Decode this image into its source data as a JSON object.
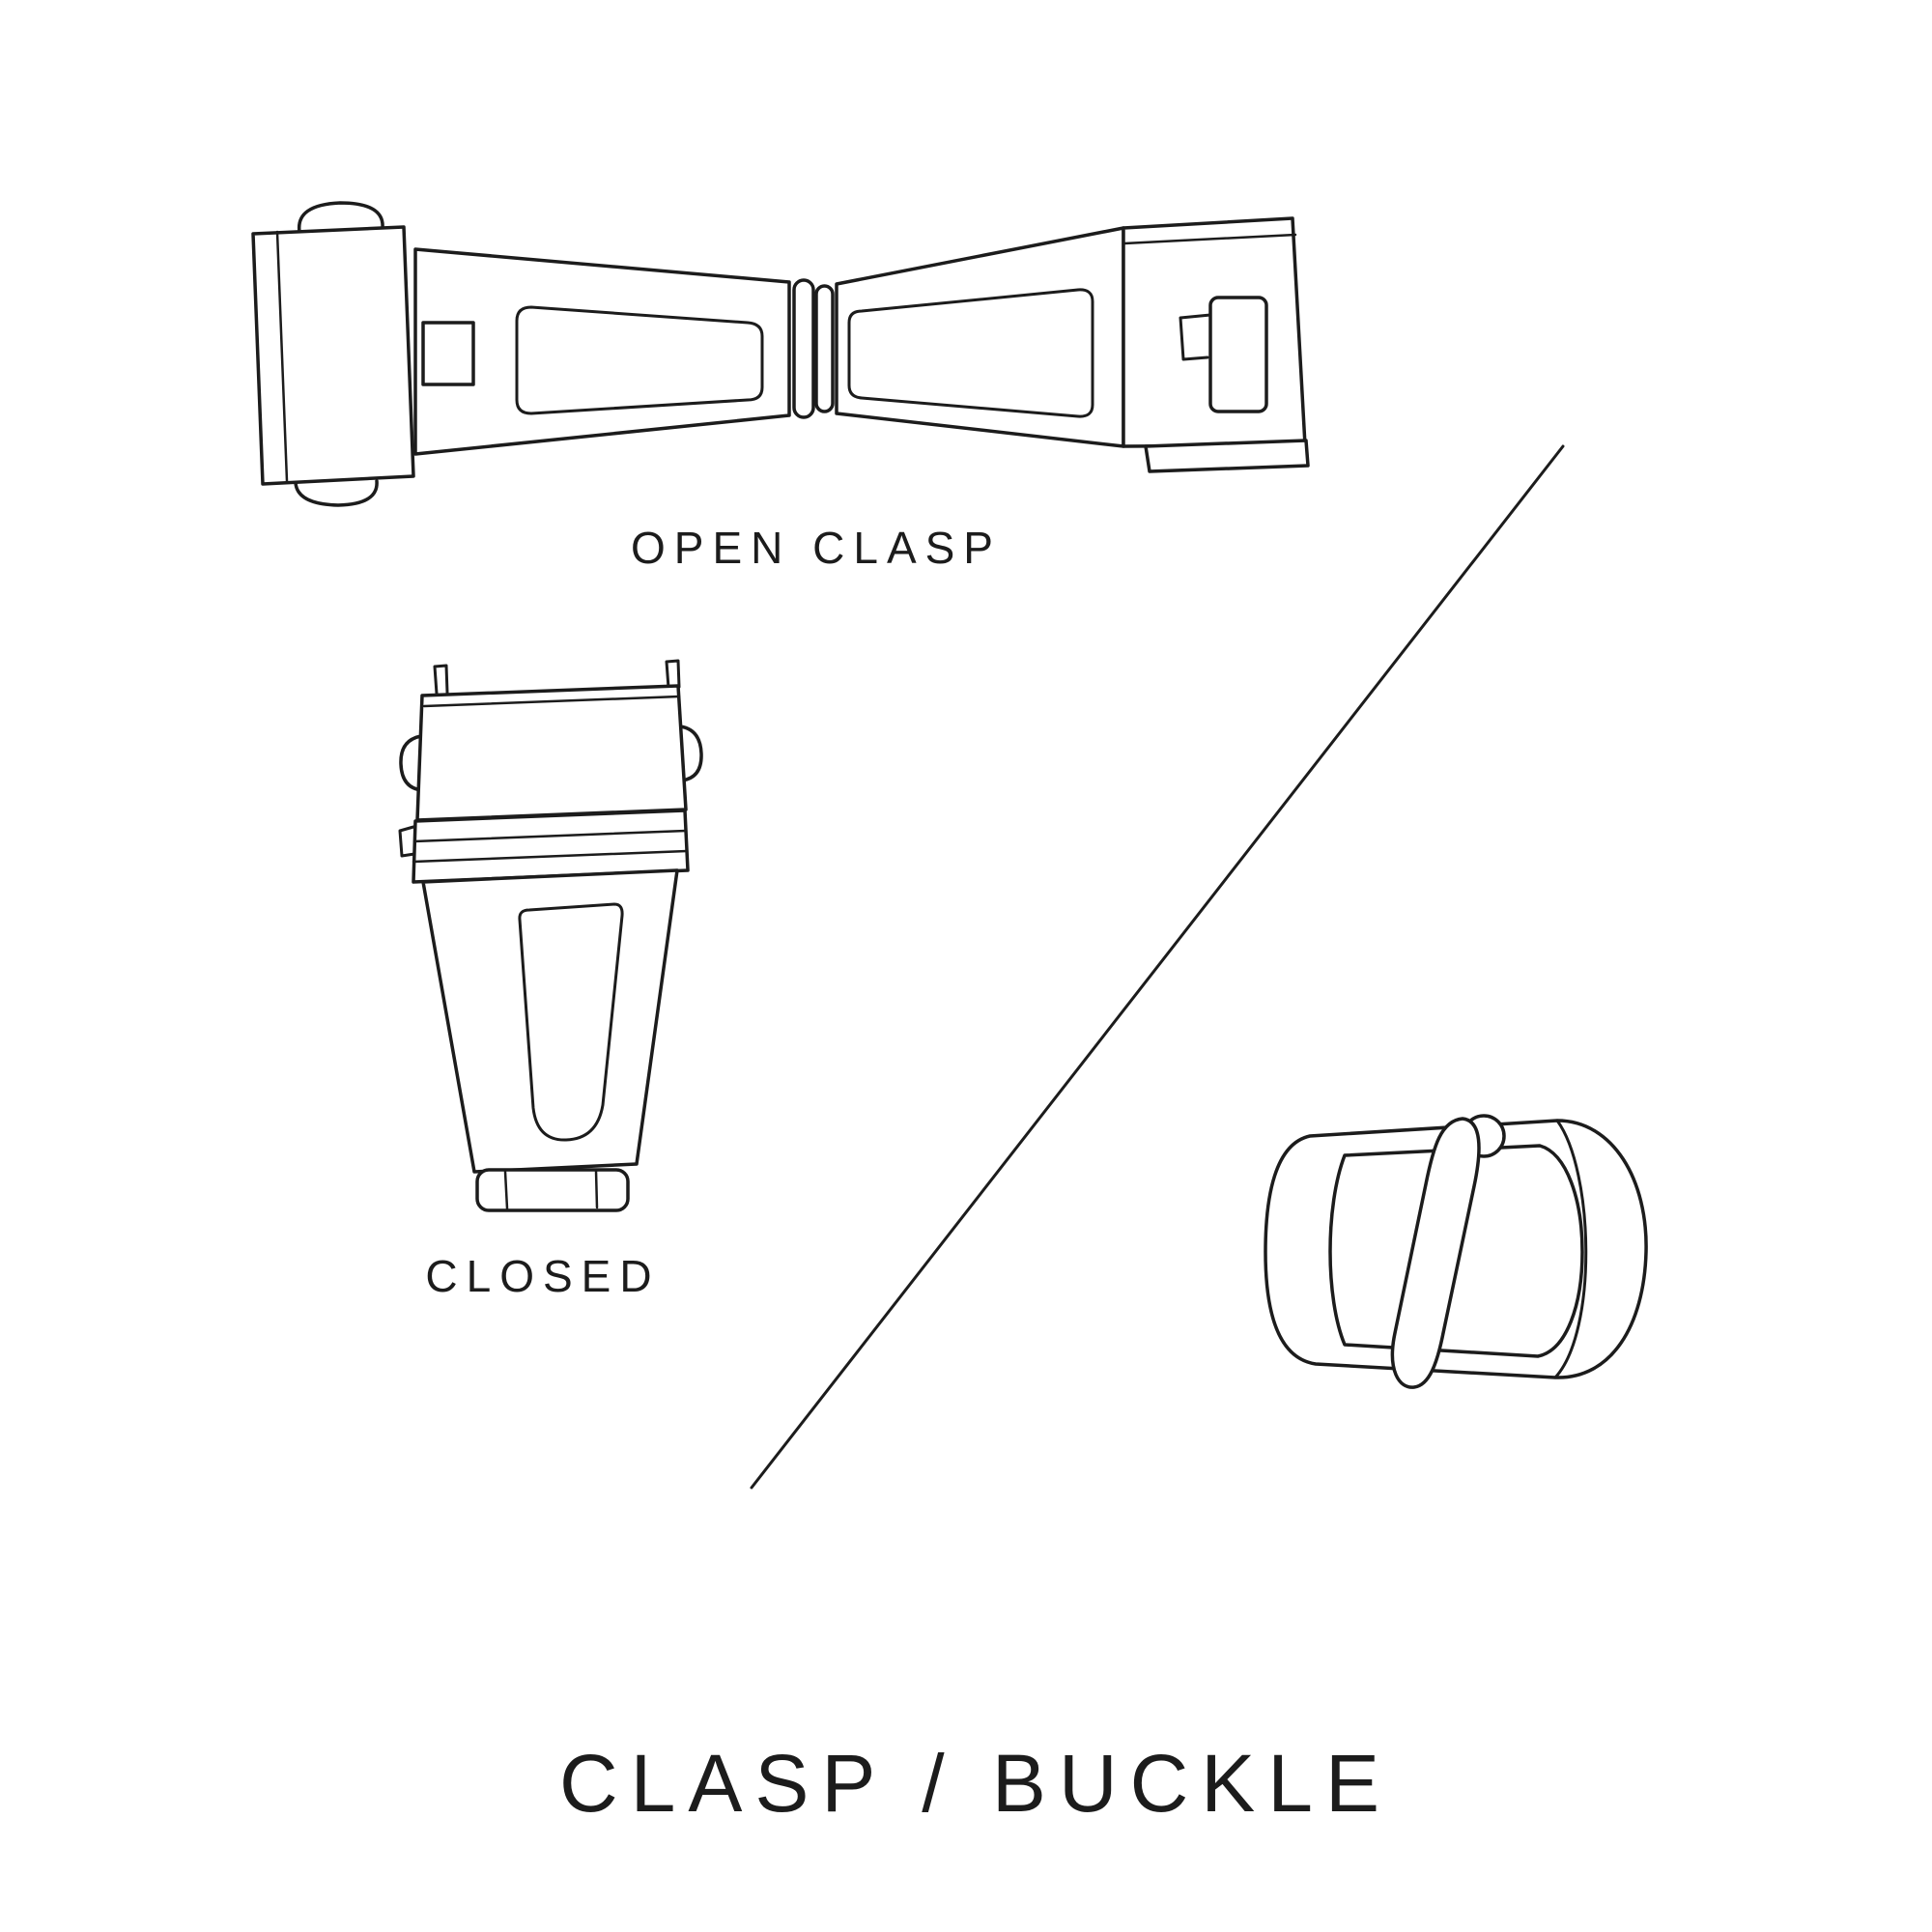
{
  "title": "CLASP / BUCKLE",
  "labels": {
    "open_clasp": "OPEN CLASP",
    "closed": "CLOSED"
  },
  "colors": {
    "background": "#ffffff",
    "line": "#1c1c1c",
    "text": "#1c1c1c"
  },
  "illustrations": [
    {
      "name": "open-clasp-illustration"
    },
    {
      "name": "closed-clasp-illustration"
    },
    {
      "name": "pin-buckle-illustration"
    },
    {
      "name": "diagonal-divider"
    }
  ]
}
